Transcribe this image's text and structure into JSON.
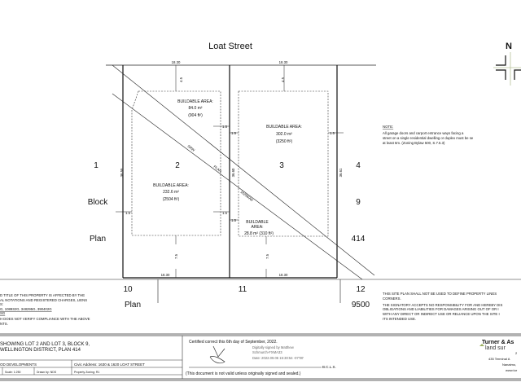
{
  "street": "Loat Street",
  "north": "N",
  "lots": {
    "lot2": {
      "number": "2",
      "upper_area": [
        "BUILDABLE AREA:",
        "84.0 m²",
        "(904 ft²)"
      ],
      "lower_area": [
        "BUILDABLE AREA:",
        "232.6 m²",
        "(2504 ft²)"
      ]
    },
    "lot3": {
      "number": "3",
      "upper_area": [
        "BUILDABLE AREA:",
        "302.0 m²",
        "(3250 ft²)"
      ],
      "lower_area": [
        "BUILDABLE",
        "AREA:",
        "28.8 m²  (310 ft²)"
      ]
    }
  },
  "dimensions": {
    "frontage": "18.30",
    "front_setback": "4.5",
    "rear_setback": "7.5",
    "side_setback": "1.5",
    "depth_left": "36.59",
    "depth_mid": "36.60",
    "depth_right": "36.61"
  },
  "row_plan": [
    "SRW",
    "PLAN",
    "162969W"
  ],
  "neighbors": {
    "left": [
      "1",
      "Block",
      "Plan"
    ],
    "right": [
      "4",
      "9",
      "414"
    ],
    "bottom": [
      {
        "lot": "10",
        "sub": "Plan"
      },
      {
        "lot": "11",
        "sub": ""
      },
      {
        "lot": "12",
        "sub": "9500"
      }
    ]
  },
  "note": {
    "title": "NOTE:",
    "lines": [
      "All garage doors and carport entrance ways facing a",
      "street on a single residential dwelling or duplex must be se",
      "at least 6m. (Zoning Bylaw 500, S.7.5.3)"
    ]
  },
  "title_notes": [
    "D TITLE OF THIS PROPERTY IS AFFECTED BY THE",
    "AL NOTATIONS AND REGISTERED CHARGES, LIENS",
    "S:",
    "G, 108932G, 348295G, 390402G",
    "SG",
    "H DOES NOT VERIFY COMPLIANCE WITH THE ABOVE",
    "NTS."
  ],
  "disclaimer": {
    "line1": [
      "THIS SITE PLAN SHALL NOT BE USED TO DEFINE PROPERTY LINES",
      "CORNERS."
    ],
    "line2": [
      "THE SIGNATORY ACCEPTS NO RESPONSIBILITY FOR AND HEREBY DIS",
      "OBLIGATIONS AND LIABILITIES FOR DAMAGES ARISING OUT OF OR I",
      "WITH ANY DIRECT OR INDIRECT USE OR RELIANCE UPON THE SITE I",
      "ITS INTENDED USE."
    ]
  },
  "title_block": {
    "plan_title": [
      "SHOWING LOT 2 AND LOT 3, BLOCK 9,",
      "WELLINGTON DISTRICT, PLAN 414"
    ],
    "client": "OD DEVELOPMENTS",
    "civic_address": "Civic Address: 1630 & 1620 LOAT STREET",
    "scale": "Scale: 1:250",
    "drawn_by": "Drawn by: NDS",
    "zoning": "Property Zoning: R1",
    "certified": "Certified correct this 6th day of September, 2022.",
    "digital_sig": [
      "Digitally signed by Matthew",
      "Schmurch-FXMA33",
      "Date: 2022.09.06 15:30:54 -07'00'"
    ],
    "bcls": "B.C.L.S.",
    "validity": "(This document is not valid unless originally signed and sealed.)",
    "firm": [
      "Turner & As",
      "land sur",
      "2",
      "435 Terminal A",
      "Nanaimo,",
      "www.tur"
    ]
  }
}
